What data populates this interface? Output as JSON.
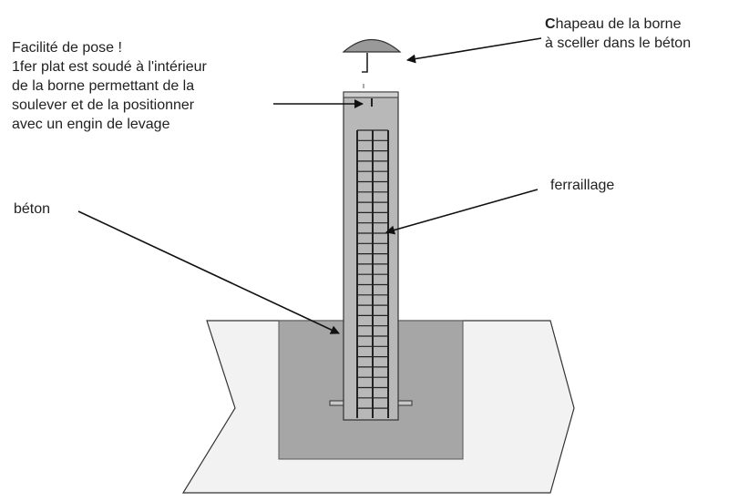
{
  "labels": {
    "pose": [
      "Facilité de pose !",
      "1fer plat est soudé à l'intérieur",
      "de la borne permettant de la",
      "soulever et de la positionner",
      "avec un engin de levage"
    ],
    "chapeau_initial": "C",
    "chapeau_rest": "hapeau de la borne",
    "chapeau_line2": "à sceller dans le béton",
    "ferraillage": "ferraillage",
    "beton": "béton"
  },
  "colors": {
    "ground": "#f2f2f2",
    "concrete": "#a6a6a6",
    "post": "#b8b8b8",
    "cap": "#999999",
    "outline": "#333333",
    "rebar": "#222222"
  }
}
